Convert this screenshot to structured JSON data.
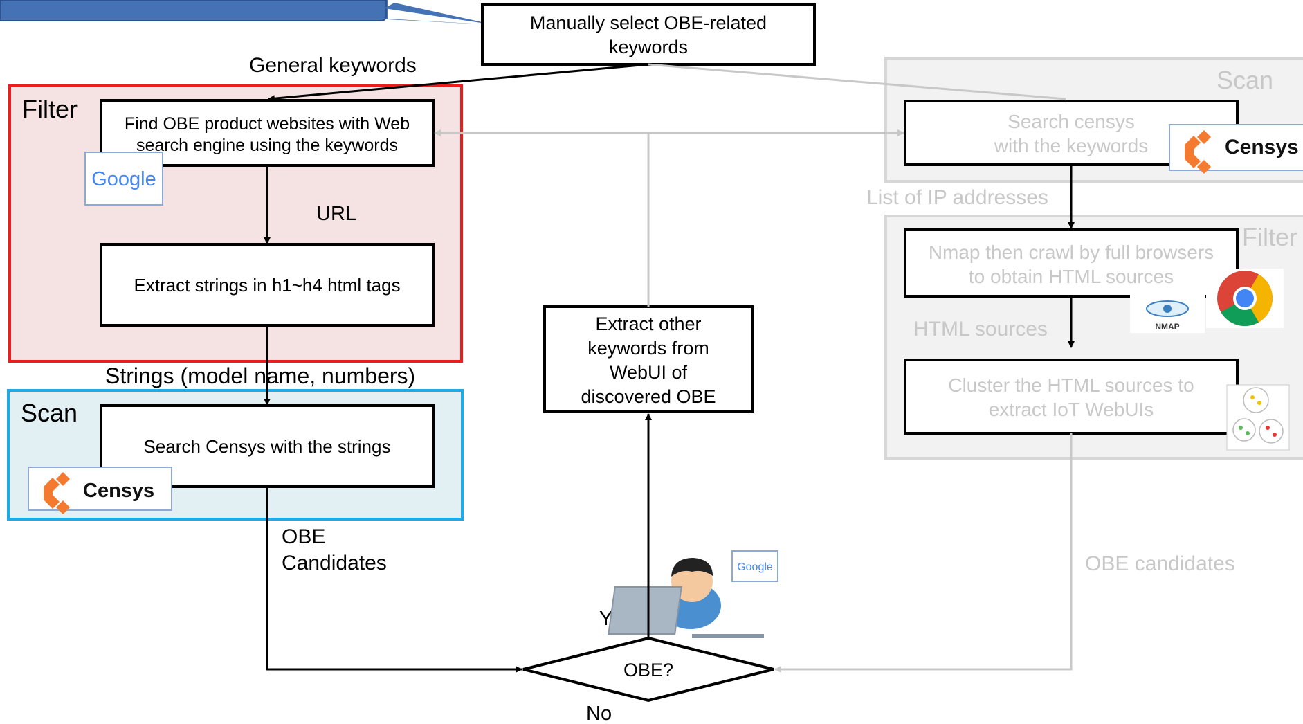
{
  "callout": {
    "text": ""
  },
  "top_box": {
    "line1": "Manually select OBE-related",
    "line2": "keywords"
  },
  "label_general_keywords": "General keywords",
  "filter_section": {
    "title": "Filter",
    "box1": {
      "line1": "Find OBE product websites with Web",
      "line2": "search engine using the keywords"
    },
    "url_label": "URL",
    "box2": "Extract strings in h1~h4 html tags"
  },
  "label_strings": "Strings (model name, numbers)",
  "scan_section": {
    "title": "Scan",
    "box": "Search Censys with the strings"
  },
  "label_obe_candidates": {
    "line1": "OBE",
    "line2": "Candidates"
  },
  "extract_box": {
    "line1": "Extract other",
    "line2": "keywords from",
    "line3": "WebUI of",
    "line4": "discovered OBE"
  },
  "decision": {
    "text": "OBE?",
    "yes": "Yes",
    "no": "No"
  },
  "logos": {
    "google": "Google",
    "censys": "Censys",
    "nmap": "NMAP"
  },
  "right_panel": {
    "scan_title": "Scan",
    "search_box": {
      "line1": "Search censys",
      "line2": "with the keywords"
    },
    "ip_label": "List of IP addresses",
    "filter_title": "Filter",
    "nmap_box": {
      "line1": "Nmap then crawl by full browsers",
      "line2": "to obtain HTML sources"
    },
    "html_label": "HTML sources",
    "cluster_box": {
      "line1": "Cluster the HTML sources to",
      "line2": "extract IoT WebUIs"
    },
    "obe_label": "OBE candidates"
  },
  "colors": {
    "filter_border": "#ee1c1c",
    "filter_fill": "#f5e2e2",
    "scan_border": "#1eaae6",
    "scan_fill": "#e2eff3",
    "callout": "#4472b4",
    "censys": "#f47a2f",
    "faded": "#c8c8c8"
  }
}
